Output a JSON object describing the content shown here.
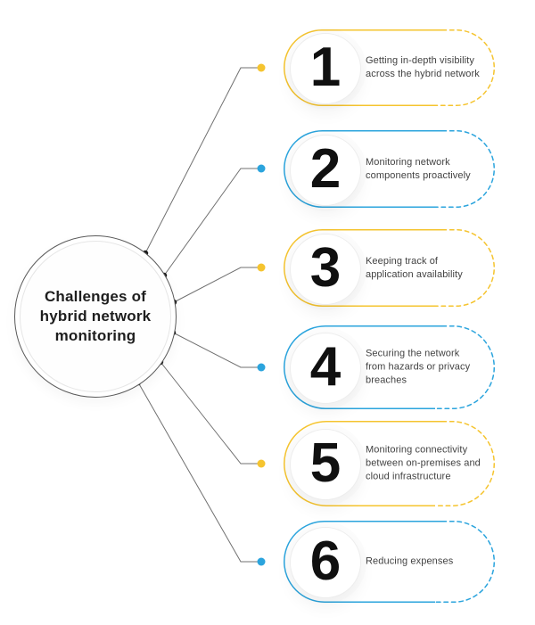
{
  "title": "Challenges of\nhybrid network\nmonitoring",
  "colors": {
    "yellow": "#F5C42F",
    "blue": "#2BA4DD",
    "connector": "#707070",
    "node": "#1B1B1B",
    "title_text": "#1E1E1E",
    "body_text": "#424242",
    "number_text": "#101010",
    "circle_outline": "#5A5A5A",
    "inner_ring": "#E6E6E6"
  },
  "cards": [
    {
      "number": "1",
      "accent": "yellow",
      "text": "Getting in-depth visibility\nacross the hybrid network"
    },
    {
      "number": "2",
      "accent": "blue",
      "text": "Monitoring network\ncomponents proactively"
    },
    {
      "number": "3",
      "accent": "yellow",
      "text": "Keeping track of\napplication availability"
    },
    {
      "number": "4",
      "accent": "blue",
      "text": "Securing the network\nfrom hazards or privacy\nbreaches"
    },
    {
      "number": "5",
      "accent": "yellow",
      "text": "Monitoring connectivity\nbetween on-premises and\ncloud infrastructure"
    },
    {
      "number": "6",
      "accent": "blue",
      "text": "Reducing expenses"
    }
  ]
}
